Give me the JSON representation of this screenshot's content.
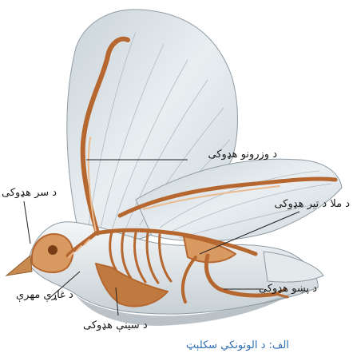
{
  "labels": {
    "wing_bones": "د وزرونو هډوکی",
    "skull": "د سر هډوکی",
    "backbone": "د ملا د تیر هډوکی",
    "wishbone": "د غاړې مهرې",
    "leg_bones": "د پښو هډوکی",
    "sternum": "د سینې هډوکی"
  },
  "caption": "الف: د الوتونکي سکلېټ",
  "colors": {
    "bone": "#b5672f",
    "bone_light": "#d99a62",
    "feather": "#dfe6ea",
    "feather_shade": "#b7c3ca",
    "caption": "#2f6fb3"
  }
}
